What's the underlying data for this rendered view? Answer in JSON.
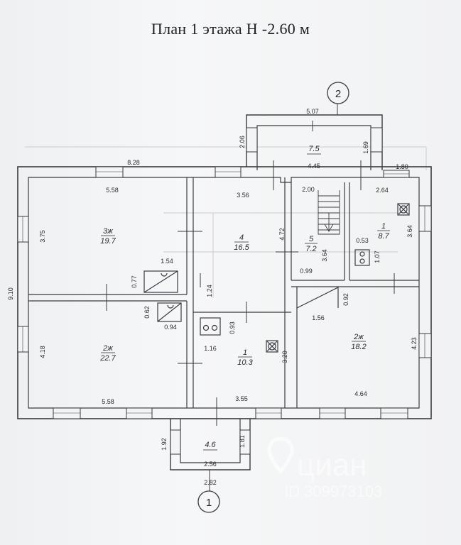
{
  "title": "План 1 этажа  Н -2.60 м",
  "axes": {
    "top": "2",
    "bottom": "1"
  },
  "rooms": [
    {
      "number": "3ж",
      "area": "19.7"
    },
    {
      "number": "4",
      "area": "16.5"
    },
    {
      "number": "5",
      "area": "7.2"
    },
    {
      "number": "1",
      "area": "8.7"
    },
    {
      "number": "2ж",
      "area": "22.7"
    },
    {
      "number": "1",
      "area": "10.3"
    },
    {
      "number": "2ж",
      "area": "18.2"
    }
  ],
  "porches": {
    "top_area": "7.5",
    "bottom_area": "4.6"
  },
  "dims": {
    "top_porch_width": "5.07",
    "top_porch_left": "2.06",
    "top_porch_right": "1.69",
    "house_left_width": "8.28",
    "span_445": "4.45",
    "span_180": "1.80",
    "r3_width": "5.58",
    "r4_width": "3.56",
    "r5_width": "2.00",
    "r1_width": "2.64",
    "r3_height": "3.75",
    "r4_height": "4.72",
    "r5_height": "3.64",
    "r1_height": "3.64",
    "r1_053": "0.53",
    "r1_107": "1.07",
    "r5_099": "0.99",
    "house_height": "9.10",
    "nook_154": "1.54",
    "nook_077": "0.77",
    "d_124": "1.24",
    "nook_062": "0.62",
    "nook_094": "0.94",
    "k_093": "0.93",
    "k_116": "1.16",
    "k_320": "3.20",
    "r2b_092": "0.92",
    "r2b_156": "1.56",
    "r2b_height": "4.23",
    "r2_height": "4.18",
    "r2_width": "5.58",
    "k_width": "3.55",
    "r2b_width": "4.64",
    "bot_porch_left": "1.92",
    "bot_porch_right": "1.81",
    "bot_porch_inner": "2.56",
    "bot_porch_outer": "2.82"
  },
  "watermark": {
    "brand": "циан",
    "id": "ID 309973103"
  }
}
